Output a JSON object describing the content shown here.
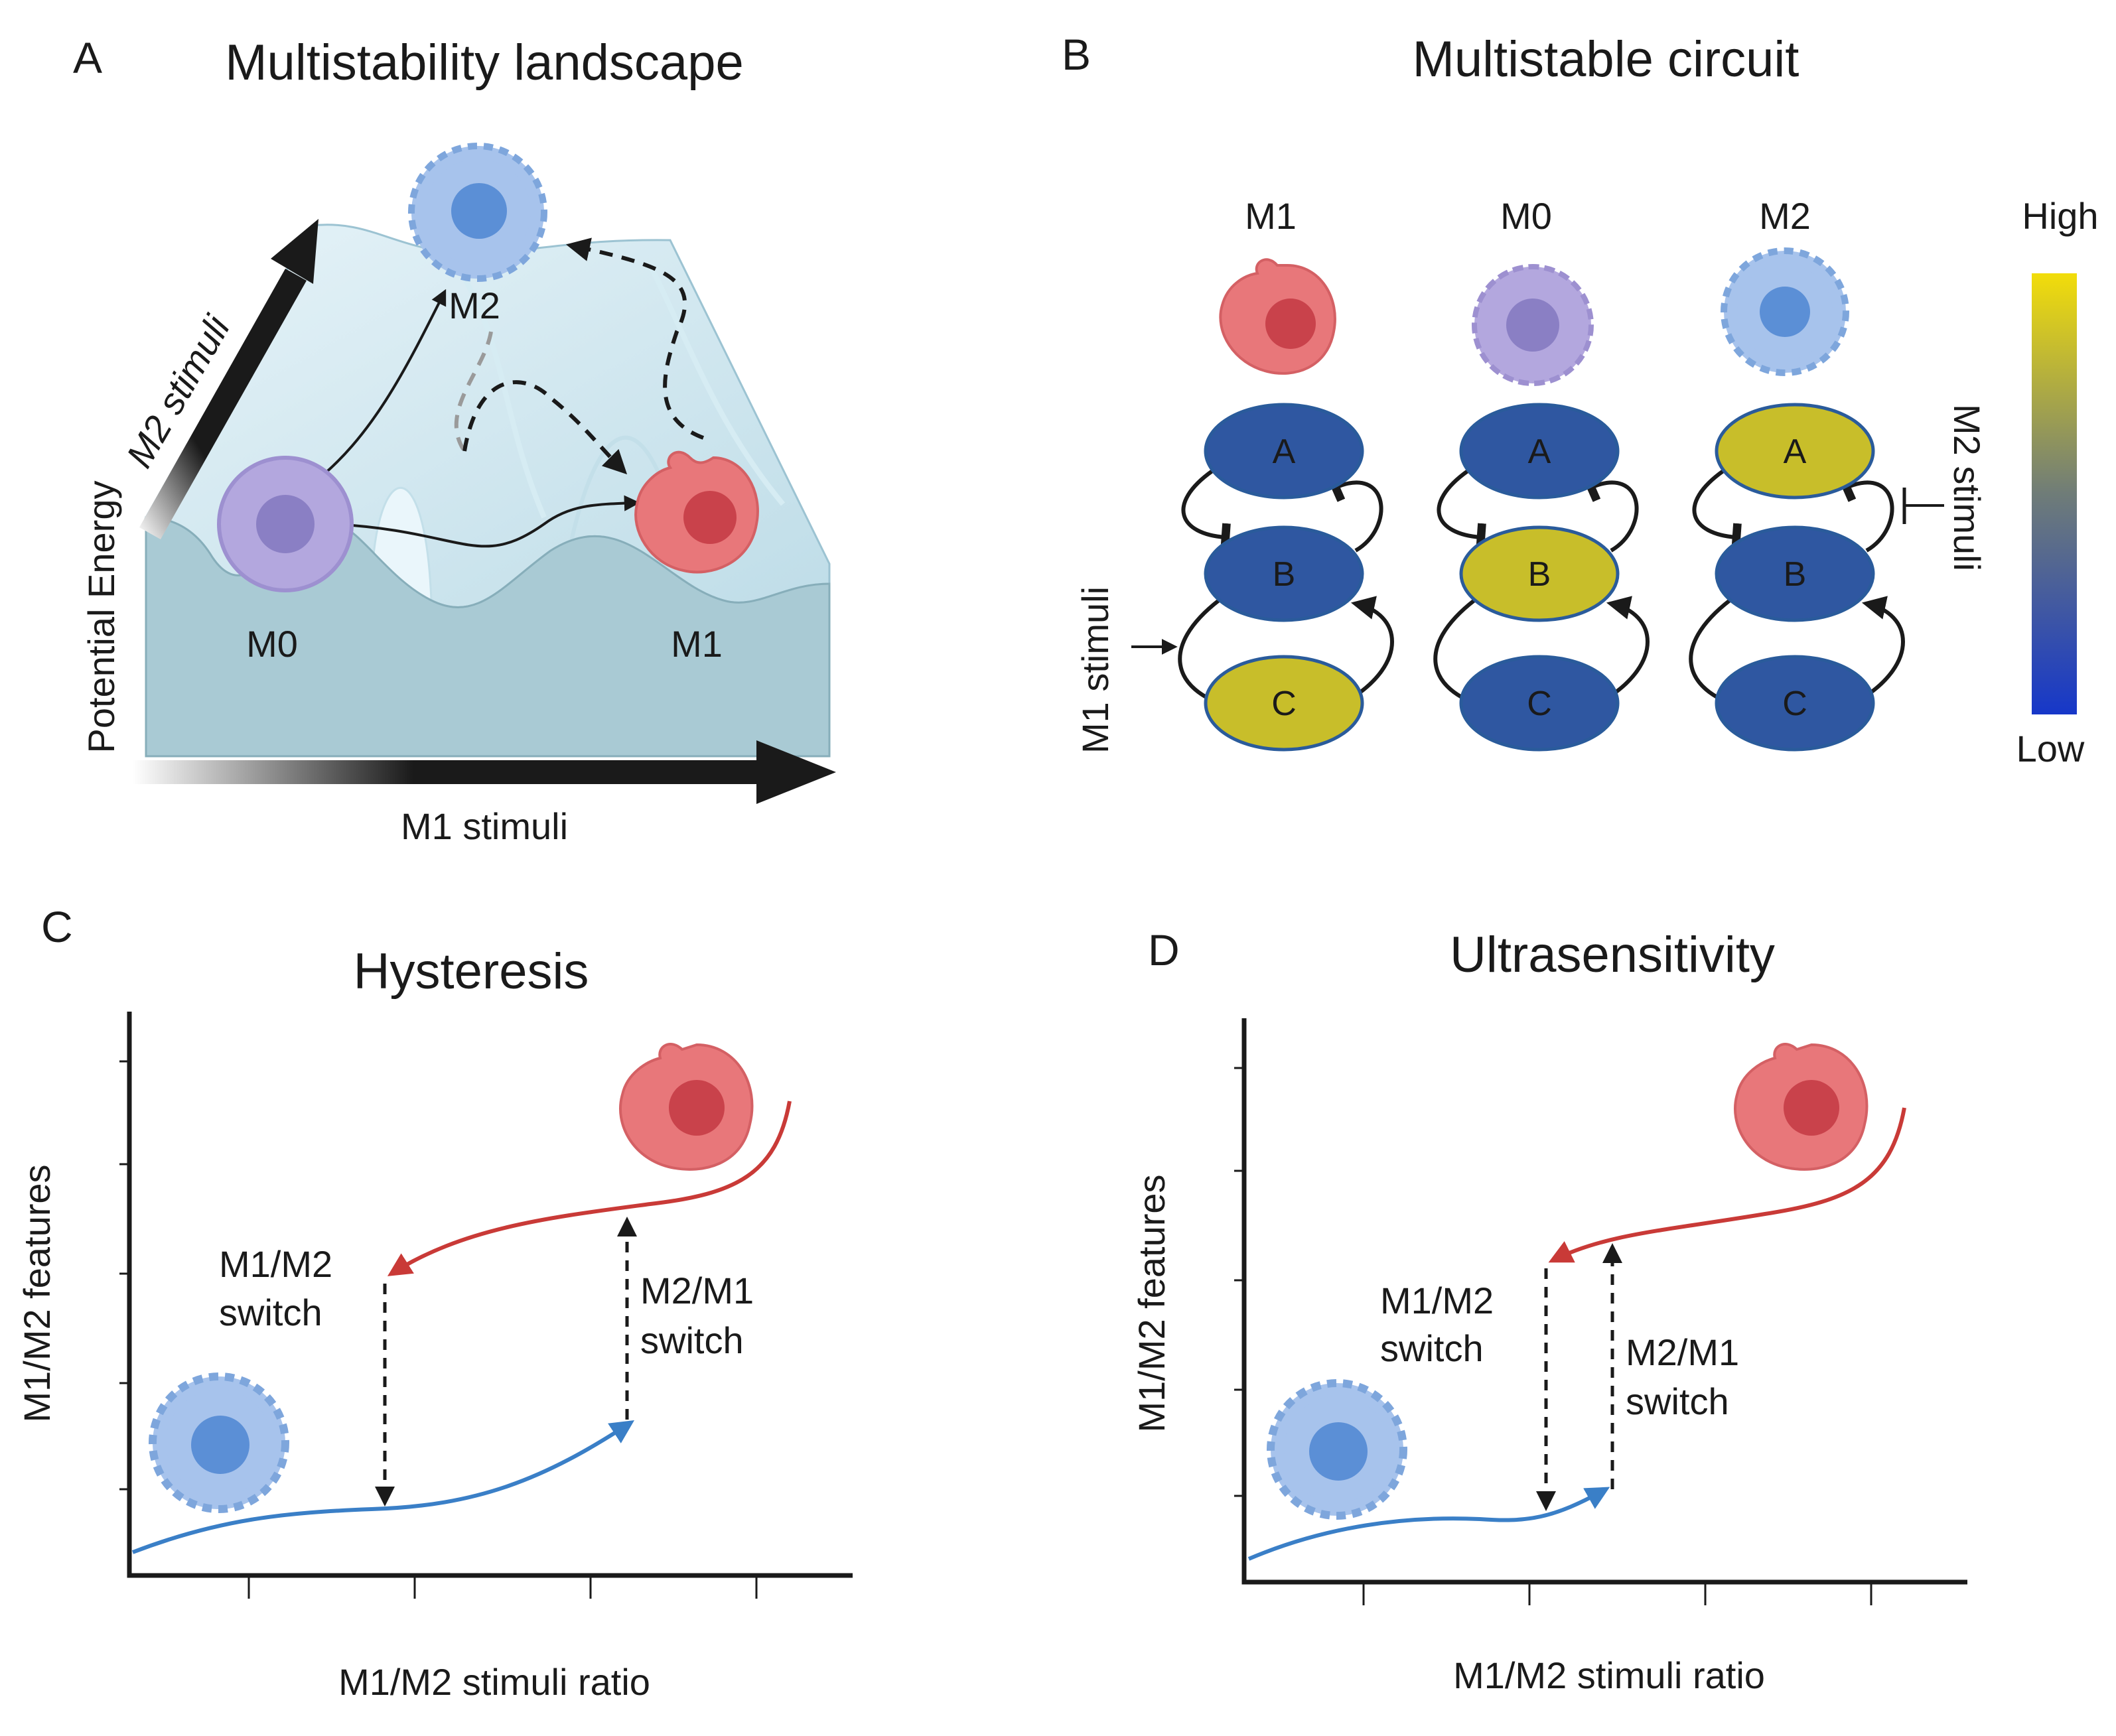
{
  "colors": {
    "node_high": "#c8be2a",
    "node_low": "#2f57a1",
    "m1_cell": "#e8777a",
    "m1_nucleus": "#c9424b",
    "m2_cell": "#a7c3ec",
    "m2_nucleus": "#5b8fd6",
    "m0_cell": "#b3a7de",
    "m0_nucleus": "#8a7fc4",
    "curve_red": "#c93a37",
    "curve_blue": "#3a7fc7",
    "landscape_top": "#cde6ef",
    "landscape_side": "#a9cad4"
  },
  "panelA": {
    "letter": "A",
    "title": "Multistability landscape",
    "y_label": "Potential Energy",
    "x_arrow_label": "M1 stimuli",
    "diag_arrow_label": "M2 stimuli",
    "states": {
      "m0": "M0",
      "m1": "M1",
      "m2": "M2"
    }
  },
  "panelB": {
    "letter": "B",
    "title": "Multistable circuit",
    "columns": [
      {
        "state": "M1",
        "cell": "m1-macrophage",
        "nodes": [
          {
            "name": "A",
            "level": "low"
          },
          {
            "name": "B",
            "level": "low"
          },
          {
            "name": "C",
            "level": "high"
          }
        ]
      },
      {
        "state": "M0",
        "cell": "m0-macrophage",
        "nodes": [
          {
            "name": "A",
            "level": "low"
          },
          {
            "name": "B",
            "level": "high"
          },
          {
            "name": "C",
            "level": "low"
          }
        ]
      },
      {
        "state": "M2",
        "cell": "m2-macrophage",
        "nodes": [
          {
            "name": "A",
            "level": "high"
          },
          {
            "name": "B",
            "level": "low"
          },
          {
            "name": "C",
            "level": "low"
          }
        ]
      }
    ],
    "left_input": "M1 stimuli",
    "right_input": "M2 stimuli",
    "scale_high": "High",
    "scale_low": "Low"
  },
  "panelC": {
    "letter": "C",
    "title": "Hysteresis",
    "y_label": "M1/M2 features",
    "x_label": "M1/M2 stimuli ratio",
    "switch_left": [
      "M1/M2",
      "switch"
    ],
    "switch_right": [
      "M2/M1",
      "switch"
    ]
  },
  "panelD": {
    "letter": "D",
    "title": "Ultrasensitivity",
    "y_label": "M1/M2 features",
    "x_label": "M1/M2 stimuli ratio",
    "switch_left": [
      "M1/M2",
      "switch"
    ],
    "switch_right": [
      "M2/M1",
      "switch"
    ]
  }
}
